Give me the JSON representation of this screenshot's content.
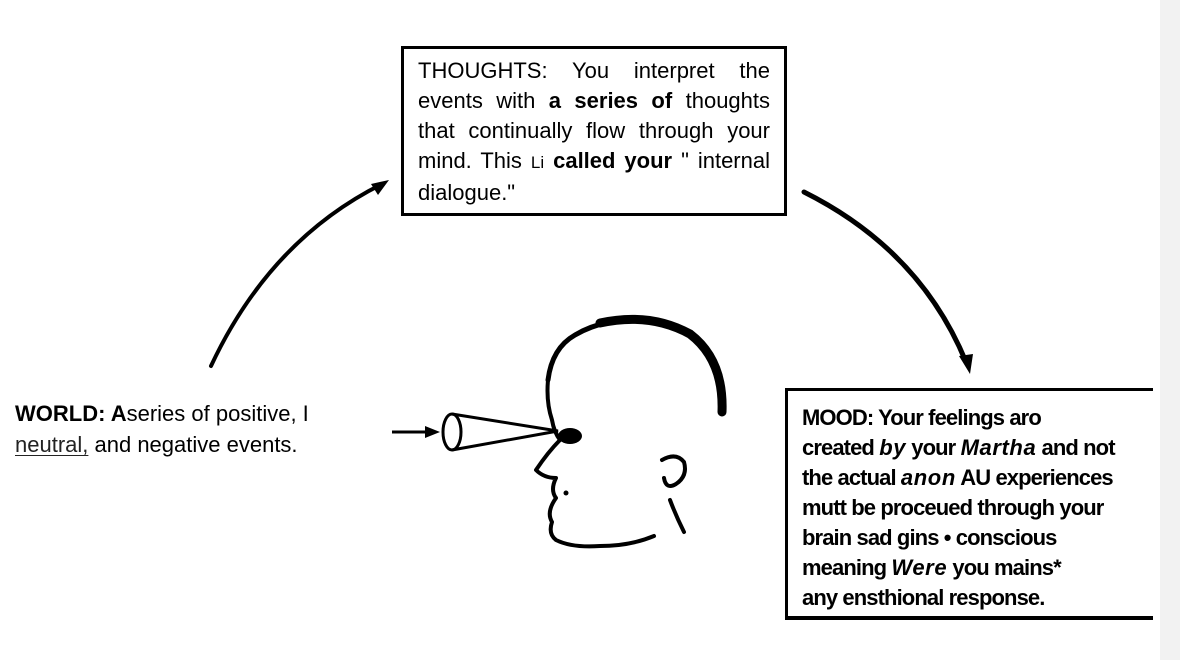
{
  "thoughts": {
    "label": "THOUGHTS:",
    "t1": " You interpret the events with ",
    "b1": "a series of",
    "t2": " thoughts that continually flow through your mind. This ",
    "small": "Li",
    "t3": " ",
    "b2": "called your",
    "t4": " \" internal dialogue.\""
  },
  "world": {
    "label": "WORLD: A",
    "t1": "series of positive, I",
    "underlined": "neutral,",
    "t2": " and negative events."
  },
  "mood": {
    "l1": "MOOD: Your feelings aro",
    "l2a": "created ",
    "l2b": "by",
    "l2c": " your ",
    "l2d": "Martha",
    "l2e": "  and not",
    "l3a": "the actual ",
    "l3b": "anon",
    "l3c": "  AU experiences",
    "l4": "mutt be proceued through your",
    "l5": "brain sad gins • conscious",
    "l6a": "meaning ",
    "l6b": "Were",
    "l6c": "  you mains*",
    "l7": "any ensthional response."
  },
  "colors": {
    "ink": "#000000",
    "background": "#ffffff",
    "margin": "#f2f2f2"
  },
  "icons": [
    "curved-arrow",
    "head-silhouette",
    "eye-cone",
    "pointer-arrow"
  ]
}
